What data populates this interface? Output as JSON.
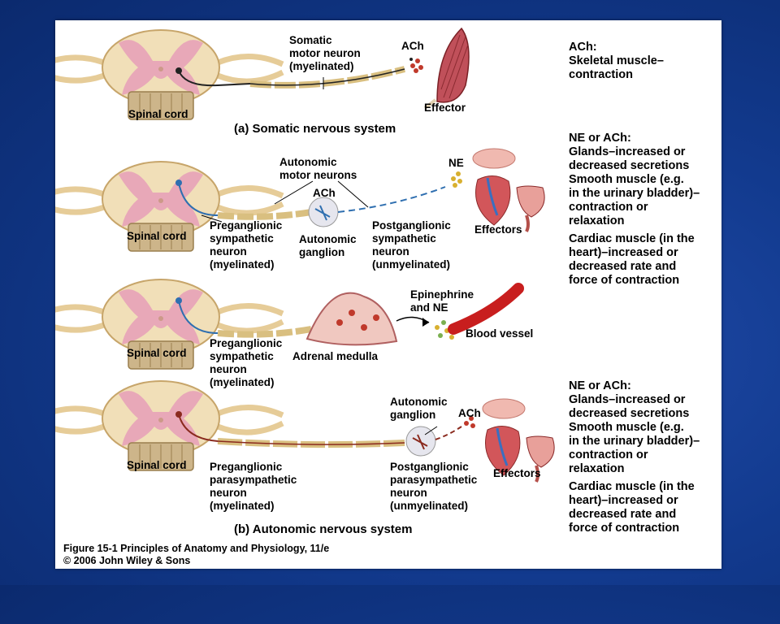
{
  "labels": {
    "somatic_neuron": "Somatic\nmotor neuron\n(myelinated)",
    "ach_a": "ACh",
    "effector": "Effector",
    "spinal_cord_1": "Spinal cord",
    "heading_a": "(a) Somatic nervous system",
    "autonomic_motor": "Autonomic\nmotor neurons",
    "ne_1": "NE",
    "ach_ganglion": "ACh",
    "spinal_cord_2": "Spinal cord",
    "pre_symp_1": "Preganglionic\nsympathetic\nneuron\n(myelinated)",
    "autonomic_ganglion_1": "Autonomic\nganglion",
    "post_symp": "Postganglionic\nsympathetic\nneuron\n(unmyelinated)",
    "effectors_1": "Effectors",
    "epi_ne": "Epinephrine\nand NE",
    "spinal_cord_3": "Spinal cord",
    "pre_symp_2": "Preganglionic\nsympathetic\nneuron\n(myelinated)",
    "adrenal_medulla": "Adrenal medulla",
    "blood_vessel": "Blood vessel",
    "autonomic_ganglion_2": "Autonomic\nganglion",
    "ach_para": "ACh",
    "spinal_cord_4": "Spinal cord",
    "pre_para": "Preganglionic\nparasympathetic\nneuron\n(myelinated)",
    "post_para": "Postganglionic\nparasympathetic\nneuron\n(unmyelinated)",
    "effectors_2": "Effectors",
    "heading_b": "(b) Autonomic nervous system"
  },
  "side_text": {
    "somatic": "ACh:\nSkeletal muscle–\ncontraction",
    "sympathetic": "NE or ACh:\nGlands–increased or\ndecreased secretions\nSmooth muscle (e.g.\nin the urinary bladder)–\ncontraction or\nrelaxation",
    "sympathetic_cardiac": "Cardiac muscle (in the\nheart)–increased or\ndecreased rate and\nforce of contraction",
    "para": "NE or ACh:\nGlands–increased or\ndecreased secretions\nSmooth muscle (e.g.\nin the urinary bladder)–\ncontraction or\nrelaxation",
    "para_cardiac": "Cardiac muscle (in the\nheart)–increased or\ndecreased rate and\nforce of contraction"
  },
  "caption": "Figure 15-1  Principles of Anatomy and Physiology, 11/e\n© 2006 John Wiley & Sons",
  "colors": {
    "background": "#123a8e",
    "cord_tan": "#f1dfb8",
    "gray_matter": "#e8a8b8",
    "myelin": "#f2dc9e",
    "somatic_axon": "#222222",
    "sympathetic_axon": "#2f6fb0",
    "parasympathetic_axon": "#8a2a1e",
    "muscle": "#c0505a",
    "vessel": "#c81e1e"
  }
}
